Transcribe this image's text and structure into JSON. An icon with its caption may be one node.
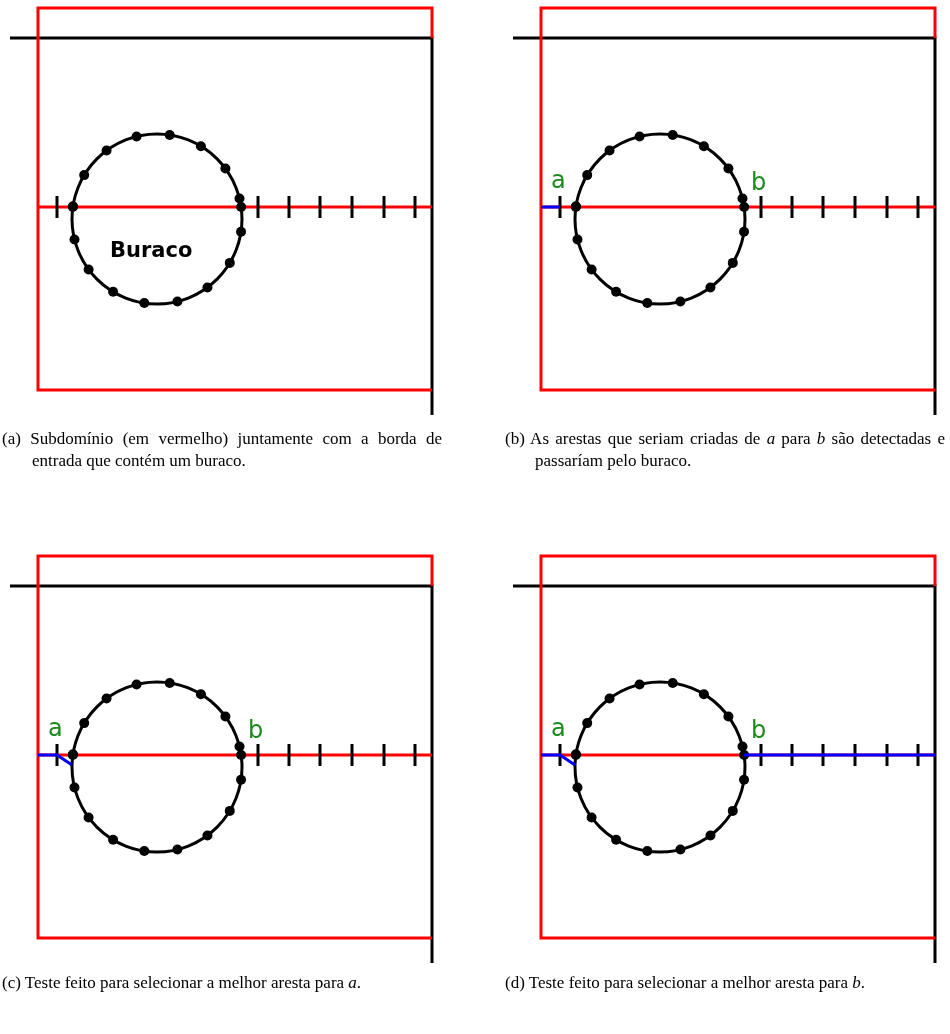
{
  "diagram": {
    "labels": [
      "Buraco",
      "(a) Subdomínio (em vermelho) juntamente com a borda de entrada que contém um buraco.",
      "a",
      "b",
      "(b) As arestas que seriam criadas de *a* para *b* são detectadas e passaríam pelo buraco.",
      "a",
      "b",
      "(c) Teste feito para selecionar a melhor aresta para *a*.",
      "a",
      "b",
      "(d) Teste feito para selecionar a melhor aresta para *b*."
    ]
  }
}
